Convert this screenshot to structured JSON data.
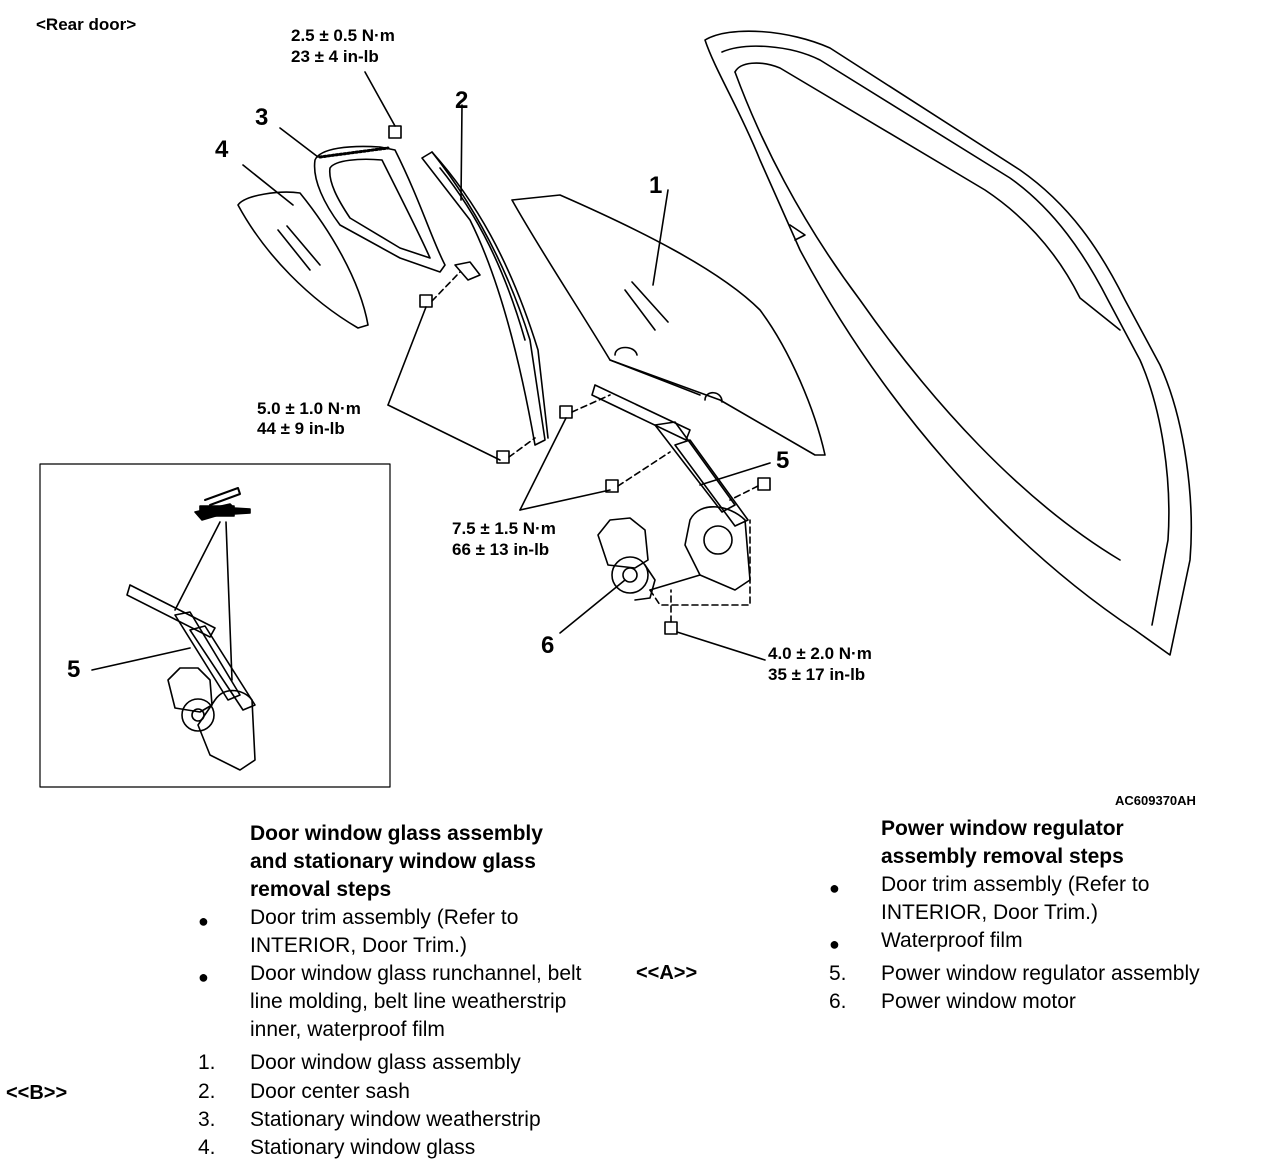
{
  "diagram": {
    "view_title": "<Rear door>",
    "figure_code": "AC609370AH",
    "part_numbers": [
      "1",
      "2",
      "3",
      "4",
      "5",
      "6"
    ],
    "inset_part_number": "5",
    "torques": [
      {
        "metric": "2.5 ± 0.5 N·m",
        "imperial": "23 ± 4 in-lb"
      },
      {
        "metric": "5.0 ± 1.0 N·m",
        "imperial": "44 ± 9 in-lb"
      },
      {
        "metric": "7.5 ± 1.5 N·m",
        "imperial": "66 ± 13 in-lb"
      },
      {
        "metric": "4.0 ± 2.0 N·m",
        "imperial": "35 ± 17 in-lb"
      }
    ],
    "icons": [
      "grease-gun-icon"
    ]
  },
  "left_procedure": {
    "heading": [
      "Door window glass assembly",
      "and stationary window glass",
      "removal steps"
    ],
    "bullets": [
      [
        "Door trim assembly (Refer to",
        "INTERIOR, Door Trim.)"
      ],
      [
        "Door window glass runchannel, belt",
        "line molding, belt line weatherstrip",
        "inner, waterproof film"
      ]
    ],
    "steps": [
      {
        "num": "1.",
        "text": "Door window glass assembly",
        "note": ""
      },
      {
        "num": "2.",
        "text": "Door center sash",
        "note": "<<B>>"
      },
      {
        "num": "3.",
        "text": "Stationary window weatherstrip",
        "note": ""
      },
      {
        "num": "4.",
        "text": "Stationary window glass",
        "note": ""
      }
    ]
  },
  "right_procedure": {
    "heading": [
      "Power window regulator",
      "assembly removal steps"
    ],
    "bullets": [
      [
        "Door trim assembly (Refer to",
        "INTERIOR, Door Trim.)"
      ],
      [
        "Waterproof film"
      ]
    ],
    "steps": [
      {
        "num": "5.",
        "text": "Power window regulator assembly",
        "note": "<<A>>"
      },
      {
        "num": "6.",
        "text": "Power window motor",
        "note": ""
      }
    ]
  }
}
